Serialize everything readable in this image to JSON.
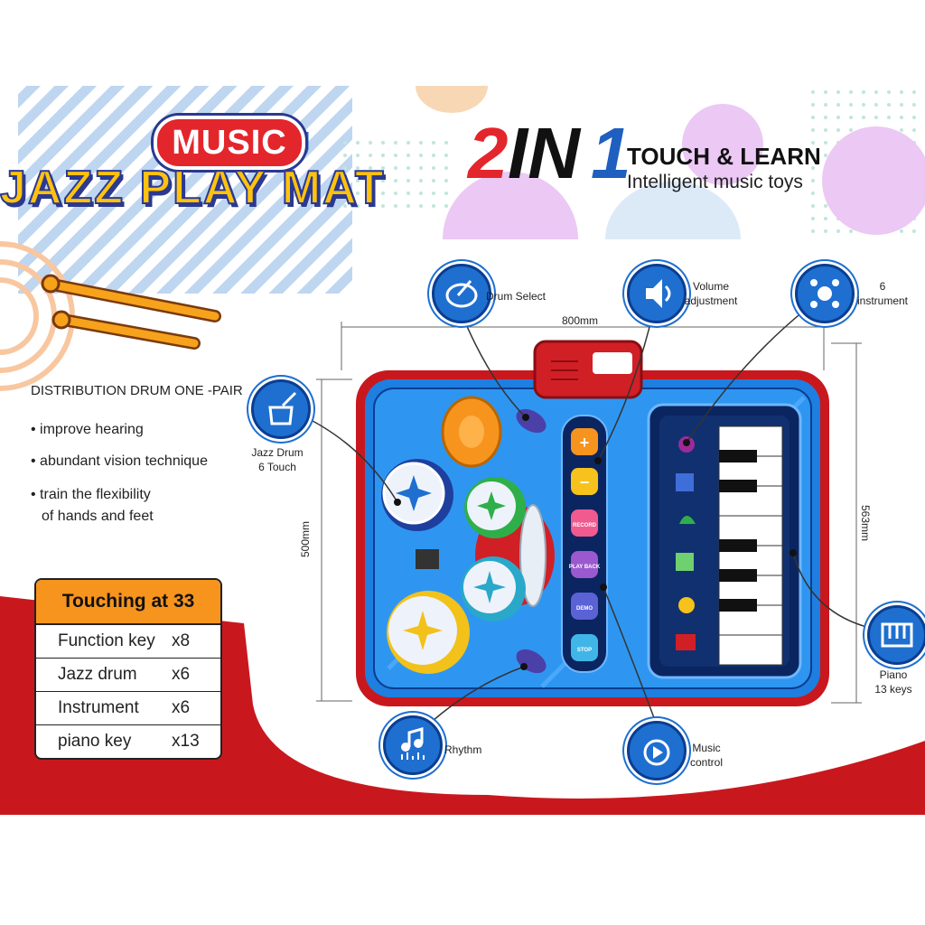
{
  "header": {
    "music": "MUSIC",
    "title": "JAZZ PLAY MAT",
    "two": "2",
    "in": "IN",
    "one": "1",
    "touch_learn": "TOUCH & LEARN",
    "tagline": "Intelligent music toys"
  },
  "accessory": {
    "caption": "DISTRIBUTION DRUM ONE -PAIR",
    "bullets": [
      "improve hearing",
      "abundant vision technique",
      "train the flexibility",
      "of hands and feet"
    ]
  },
  "touch_table": {
    "title": "Touching at 33",
    "rows": [
      {
        "name": "Function key",
        "count": "x8"
      },
      {
        "name": "Jazz drum",
        "count": "x6"
      },
      {
        "name": "Instrument",
        "count": "x6"
      },
      {
        "name": "piano key",
        "count": "x13"
      }
    ]
  },
  "dimensions": {
    "width": "800mm",
    "height_left": "500mm",
    "height_right": "563mm"
  },
  "callouts": {
    "drum_select": "Drum Select",
    "volume": [
      "Volume",
      "adjustment"
    ],
    "instrument": [
      "6",
      "instrument"
    ],
    "jazz_drum": [
      "Jazz Drum",
      "6 Touch"
    ],
    "piano": [
      "Piano",
      "13 keys"
    ],
    "rhythm": "Rhythm",
    "music_control": [
      "Music",
      "control"
    ]
  },
  "mat_buttons": [
    "+",
    "−",
    "RECORD",
    "PLAY BACK",
    "DEMO",
    "STOP"
  ],
  "colors": {
    "red": "#e3262c",
    "blue": "#1e6fd0",
    "navy": "#2b3990",
    "orange": "#f7941d",
    "yellow": "#ffc20e"
  }
}
